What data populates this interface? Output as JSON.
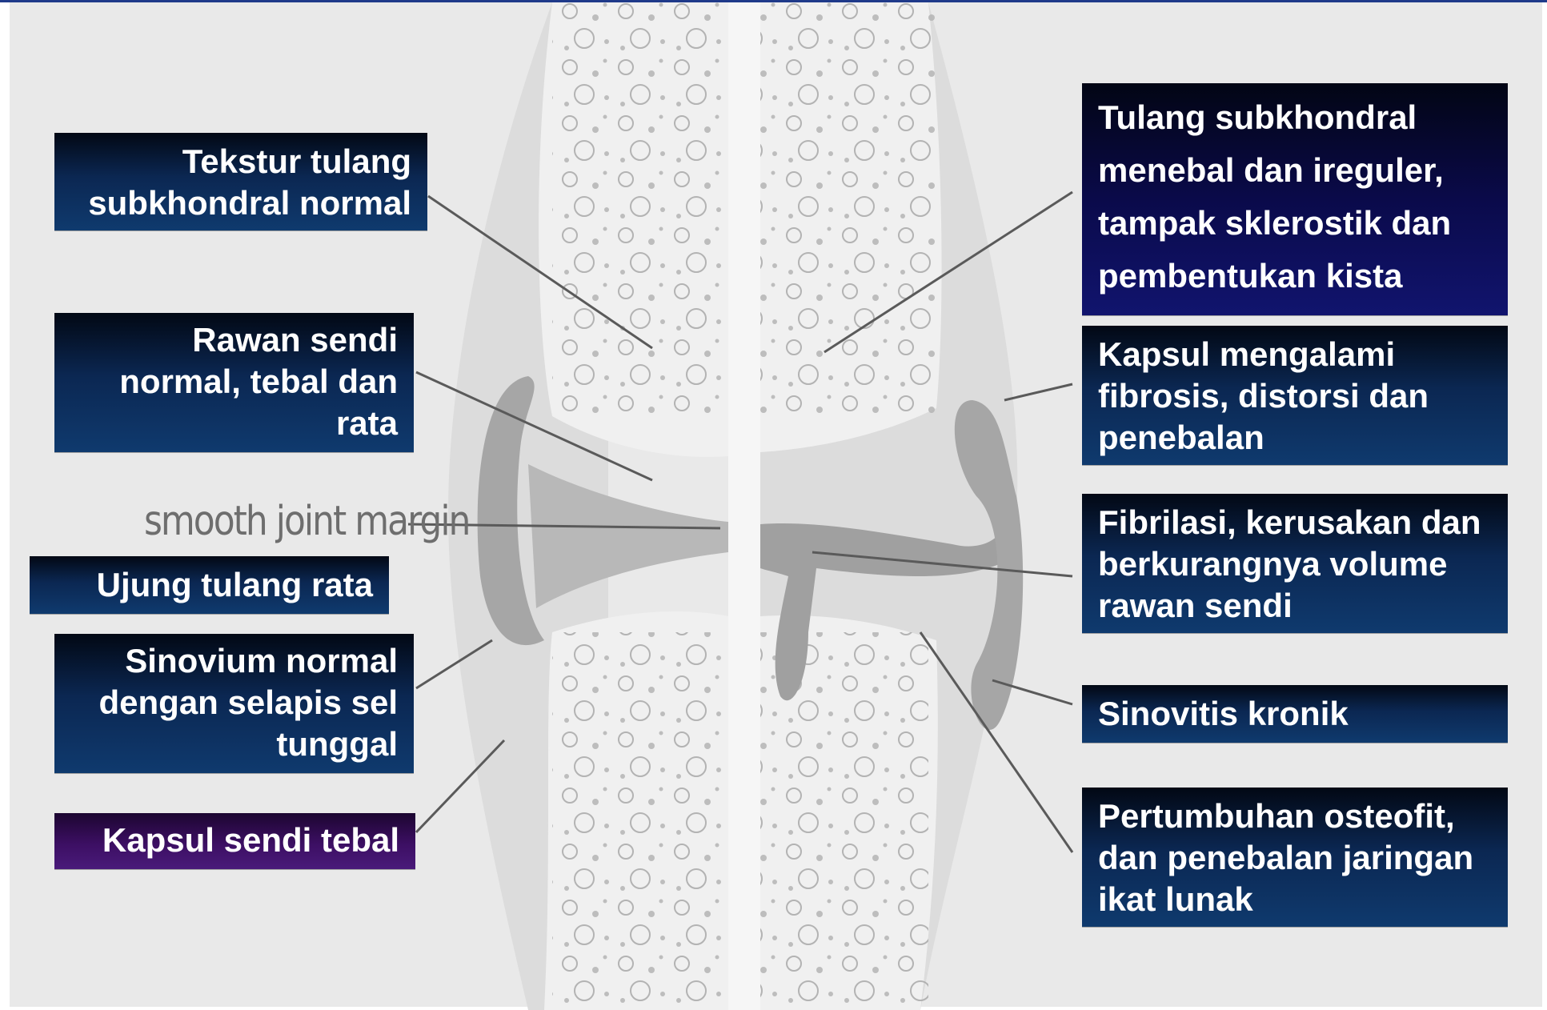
{
  "labels": {
    "tekstur": {
      "line1": "Tekstur tulang",
      "line2": "subkhondral normal"
    },
    "rawan": {
      "line1": "Rawan sendi",
      "line2": "normal, tebal dan",
      "line3": "rata"
    },
    "smooth_margin": "smooth joint margin",
    "ujung": {
      "line1": "Ujung tulang rata"
    },
    "sinovium": {
      "line1": "Sinovium normal",
      "line2": "dengan selapis sel",
      "line3": "tunggal"
    },
    "kapsul_tebal": {
      "line1": "Kapsul sendi tebal"
    },
    "tulang_subkhondral": {
      "line1": "Tulang subkhondral",
      "line2": "menebal dan ireguler,",
      "line3": "tampak sklerostik dan",
      "line4": "pembentukan kista"
    },
    "kapsul_fibrosis": {
      "line1": "Kapsul mengalami",
      "line2": "fibrosis, distorsi dan",
      "line3": "penebalan"
    },
    "fibrilasi": {
      "line1": "Fibrilasi, kerusakan dan",
      "line2": "berkurangnya volume",
      "line3": "rawan sendi"
    },
    "sinovitis": {
      "line1": "Sinovitis kronik"
    },
    "pertumbuhan": {
      "line1": "Pertumbuhan osteofit,",
      "line2": "dan penebalan jaringan",
      "line3": "ikat lunak"
    }
  },
  "colors": {
    "label_blue": "#0f3a6e",
    "label_purple": "#4a1a7a",
    "label_navy": "#11146e",
    "diagram_gray": "#9a9a9a",
    "background": "#e9e9e9"
  }
}
